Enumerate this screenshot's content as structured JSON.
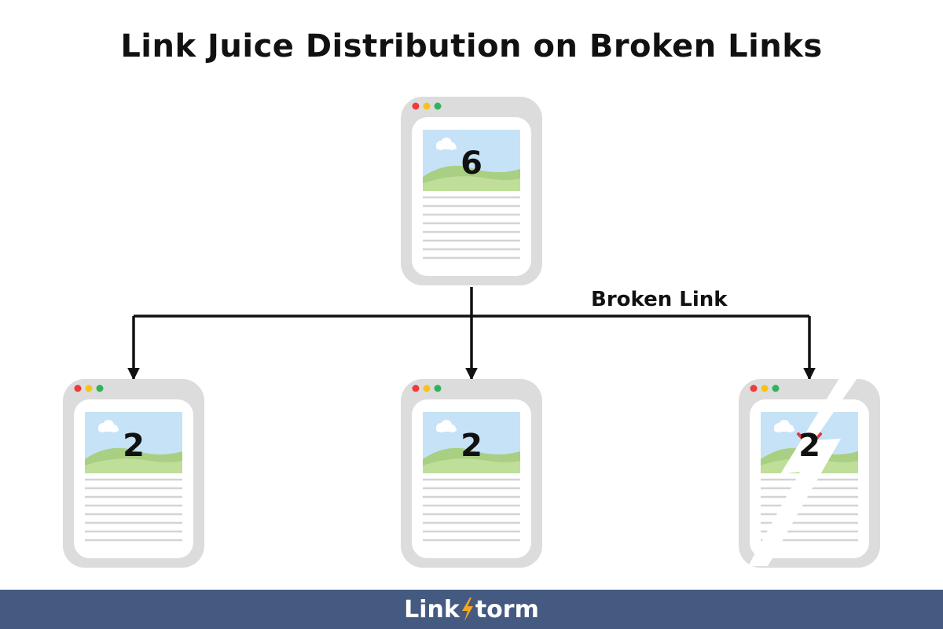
{
  "title": "Link Juice Distribution on Broken Links",
  "edge_label": "Broken Link",
  "pages": {
    "source": {
      "value": "6"
    },
    "child_left": {
      "value": "2"
    },
    "child_middle": {
      "value": "2"
    },
    "child_right": {
      "value": "2",
      "status": "broken"
    }
  },
  "brand": {
    "part1": "Link",
    "part2": "torm"
  },
  "colors": {
    "footer": "#445a80",
    "bolt": "#f5a623",
    "cross": "#e53935",
    "dot_red": "#ef3b3b",
    "dot_yellow": "#f7c21b",
    "dot_green": "#2fb45a"
  }
}
